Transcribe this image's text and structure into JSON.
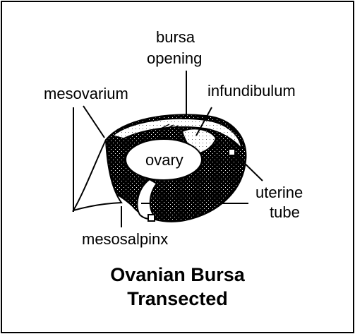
{
  "labels": {
    "bursa_opening_1": "bursa",
    "bursa_opening_2": "opening",
    "mesovarium": "mesovarium",
    "infundibulum": "infundibulum",
    "ovary": "ovary",
    "uterine_tube_1": "uterine",
    "uterine_tube_2": "tube",
    "mesosalpinx": "mesosalpinx"
  },
  "title": {
    "line1": "Ovanian Bursa",
    "line2": "Transected"
  }
}
